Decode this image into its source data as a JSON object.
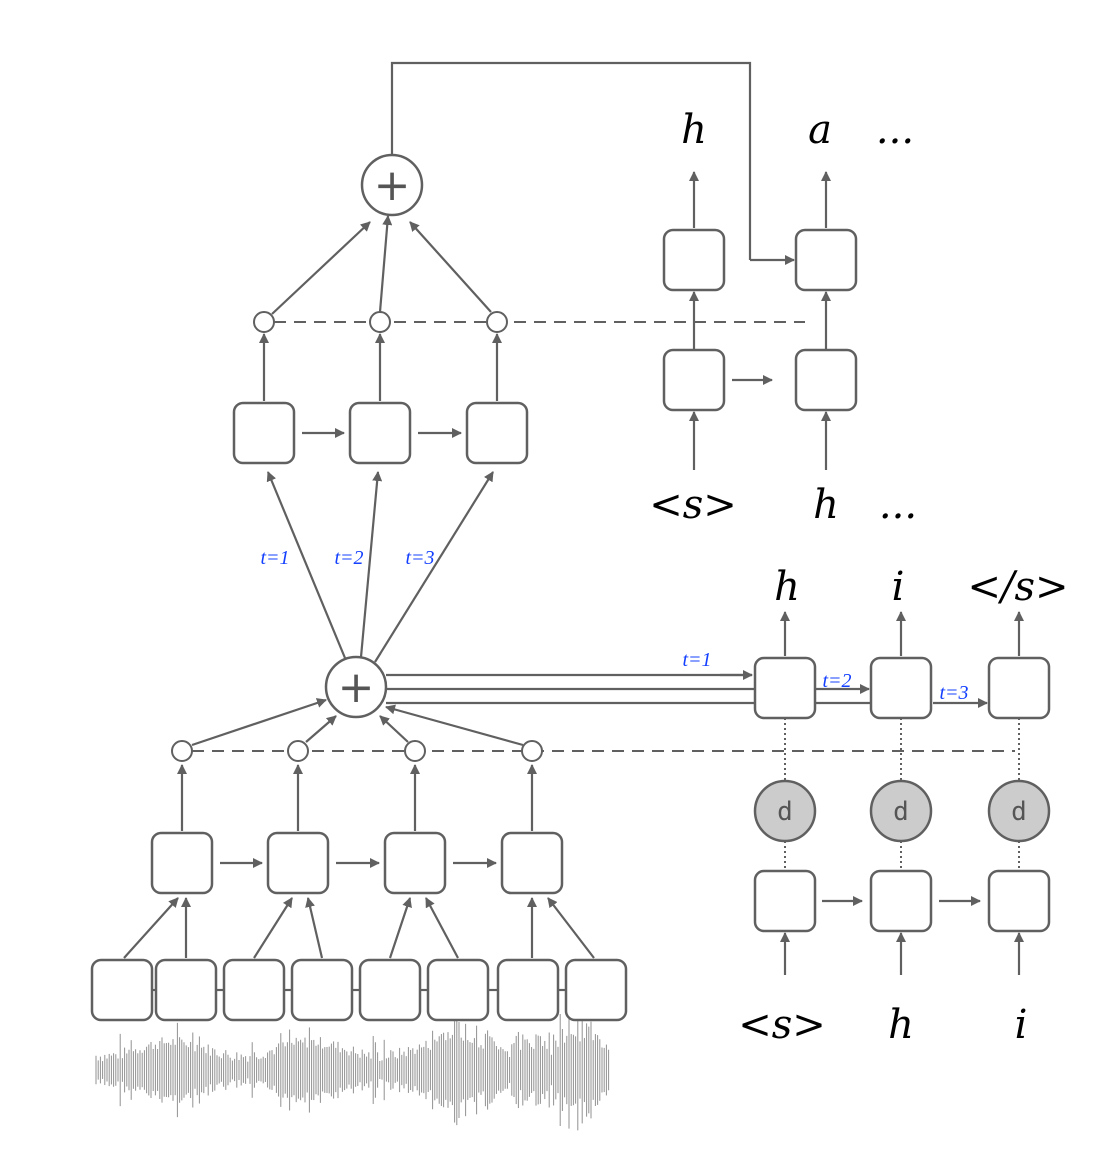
{
  "diagram": {
    "top_decoder": {
      "outputs": [
        "h",
        "a",
        "..."
      ],
      "inputs": [
        "<s>",
        "h",
        "..."
      ]
    },
    "attention_step_labels": [
      "t=1",
      "t=2",
      "t=3"
    ],
    "bottom_decoder": {
      "outputs": [
        "h",
        "i",
        "</s>"
      ],
      "inputs": [
        "<s>",
        "h",
        "i"
      ],
      "dropout_label": "d",
      "step_labels": [
        "t=1",
        "t=2",
        "t=3"
      ]
    },
    "sum_symbol": "+",
    "colors": {
      "stroke": "#606060",
      "step_label": "#1440ff",
      "dropout_fill": "#cccccc"
    }
  }
}
